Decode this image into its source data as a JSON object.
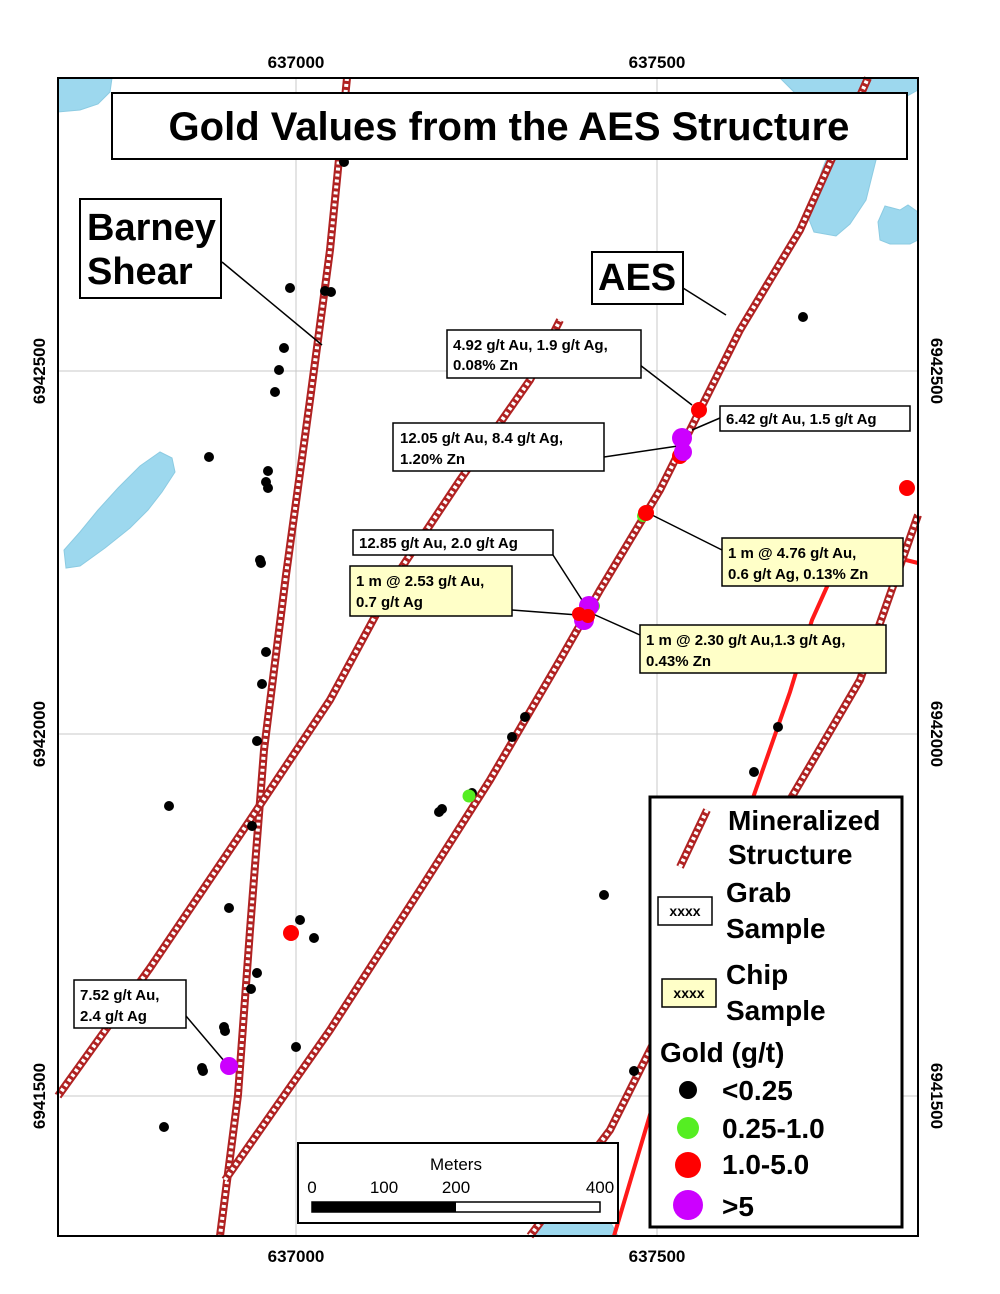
{
  "title": "Gold Values from the AES Structure",
  "structure_labels": {
    "barney_line1": "Barney",
    "barney_line2": "Shear",
    "aes": "AES"
  },
  "axes": {
    "x_top": [
      "637000",
      "637500"
    ],
    "x_bottom": [
      "637000",
      "637500"
    ],
    "y_left": [
      "6942500",
      "6942000",
      "6941500"
    ],
    "y_right": [
      "6942500",
      "6942000",
      "6941500"
    ]
  },
  "callouts": {
    "c1_l1": "4.92 g/t Au, 1.9 g/t Ag,",
    "c1_l2": "0.08% Zn",
    "c2_l1": "6.42 g/t Au, 1.5 g/t Ag",
    "c3_l1": "12.05 g/t Au, 8.4 g/t Ag,",
    "c3_l2": "1.20% Zn",
    "c4_l1": "12.85 g/t Au, 2.0 g/t Ag",
    "c5_l1": "1 m @ 2.53 g/t Au,",
    "c5_l2": "0.7 g/t Ag",
    "c6_l1": "1 m @ 4.76 g/t Au,",
    "c6_l2": "0.6 g/t Ag, 0.13% Zn",
    "c7_l1": "1 m @ 2.30 g/t Au,1.3 g/t Ag,",
    "c7_l2": "0.43% Zn",
    "c8_l1": "7.52 g/t Au,",
    "c8_l2": "2.4 g/t Ag"
  },
  "legend": {
    "structure_l1": "Mineralized",
    "structure_l2": "Structure",
    "grab_symbol": "xxxx",
    "grab_l1": "Grab",
    "grab_l2": "Sample",
    "chip_symbol": "xxxx",
    "chip_l1": "Chip",
    "chip_l2": "Sample",
    "gold_title": "Gold (g/t)",
    "classes": [
      "<0.25",
      "0.25-1.0",
      "1.0-5.0",
      ">5"
    ]
  },
  "scale_bar": {
    "title": "Meters",
    "ticks": [
      "0",
      "100",
      "200",
      "400"
    ]
  },
  "colors": {
    "water": "#9dd8ee",
    "structure": "#e0423a",
    "sample_lt_0_25": "#000000",
    "sample_0_25_1": "#55ee22",
    "sample_1_5": "#ff0000",
    "sample_gt_5": "#cc00ff",
    "chip_fill": "#ffffc8"
  }
}
